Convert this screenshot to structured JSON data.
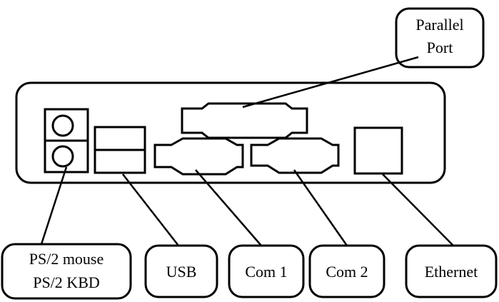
{
  "labels": {
    "parallel_line1": "Parallel",
    "parallel_line2": "Port",
    "ps2_line1": "PS/2 mouse",
    "ps2_line2": "PS/2 KBD",
    "usb": "USB",
    "com1": "Com 1",
    "com2": "Com 2",
    "ethernet": "Ethernet"
  },
  "colors": {
    "line": "#000000",
    "background": "#ffffff"
  }
}
